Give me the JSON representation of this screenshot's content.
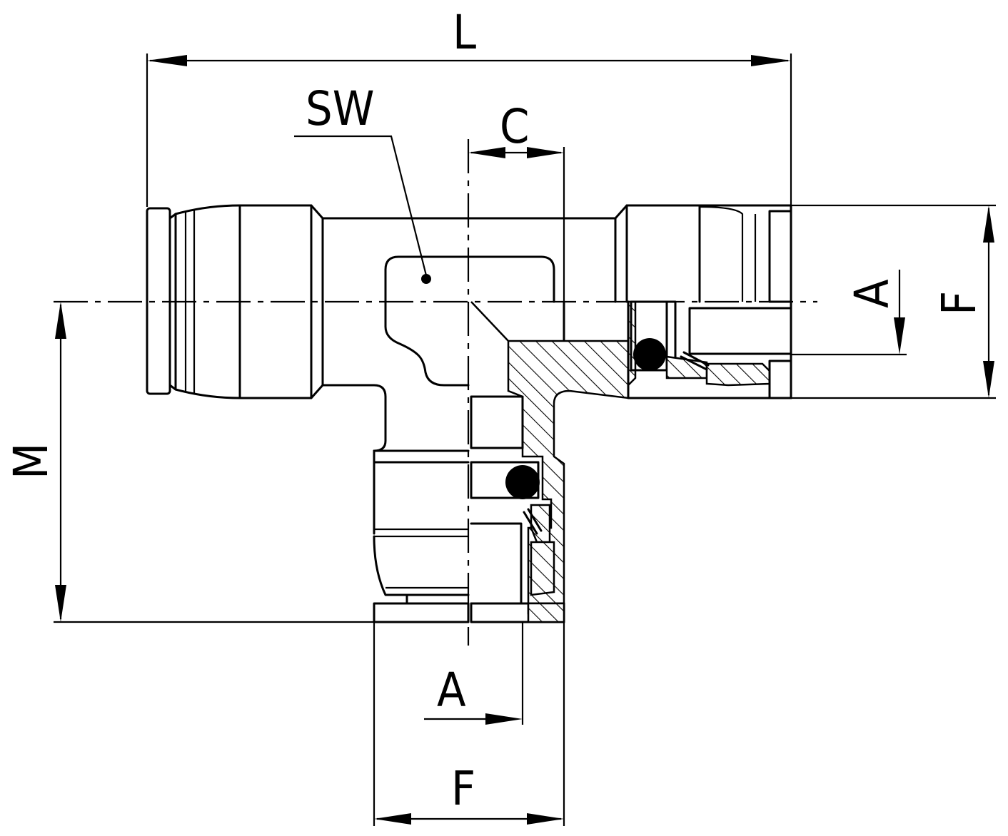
{
  "labels": {
    "L": "L",
    "SW": "SW",
    "C": "C",
    "A_side": "A",
    "F_side": "F",
    "M": "M",
    "A_bottom": "A",
    "F_bottom": "F"
  },
  "colors": {
    "ink": "#000000",
    "background": "#ffffff"
  }
}
